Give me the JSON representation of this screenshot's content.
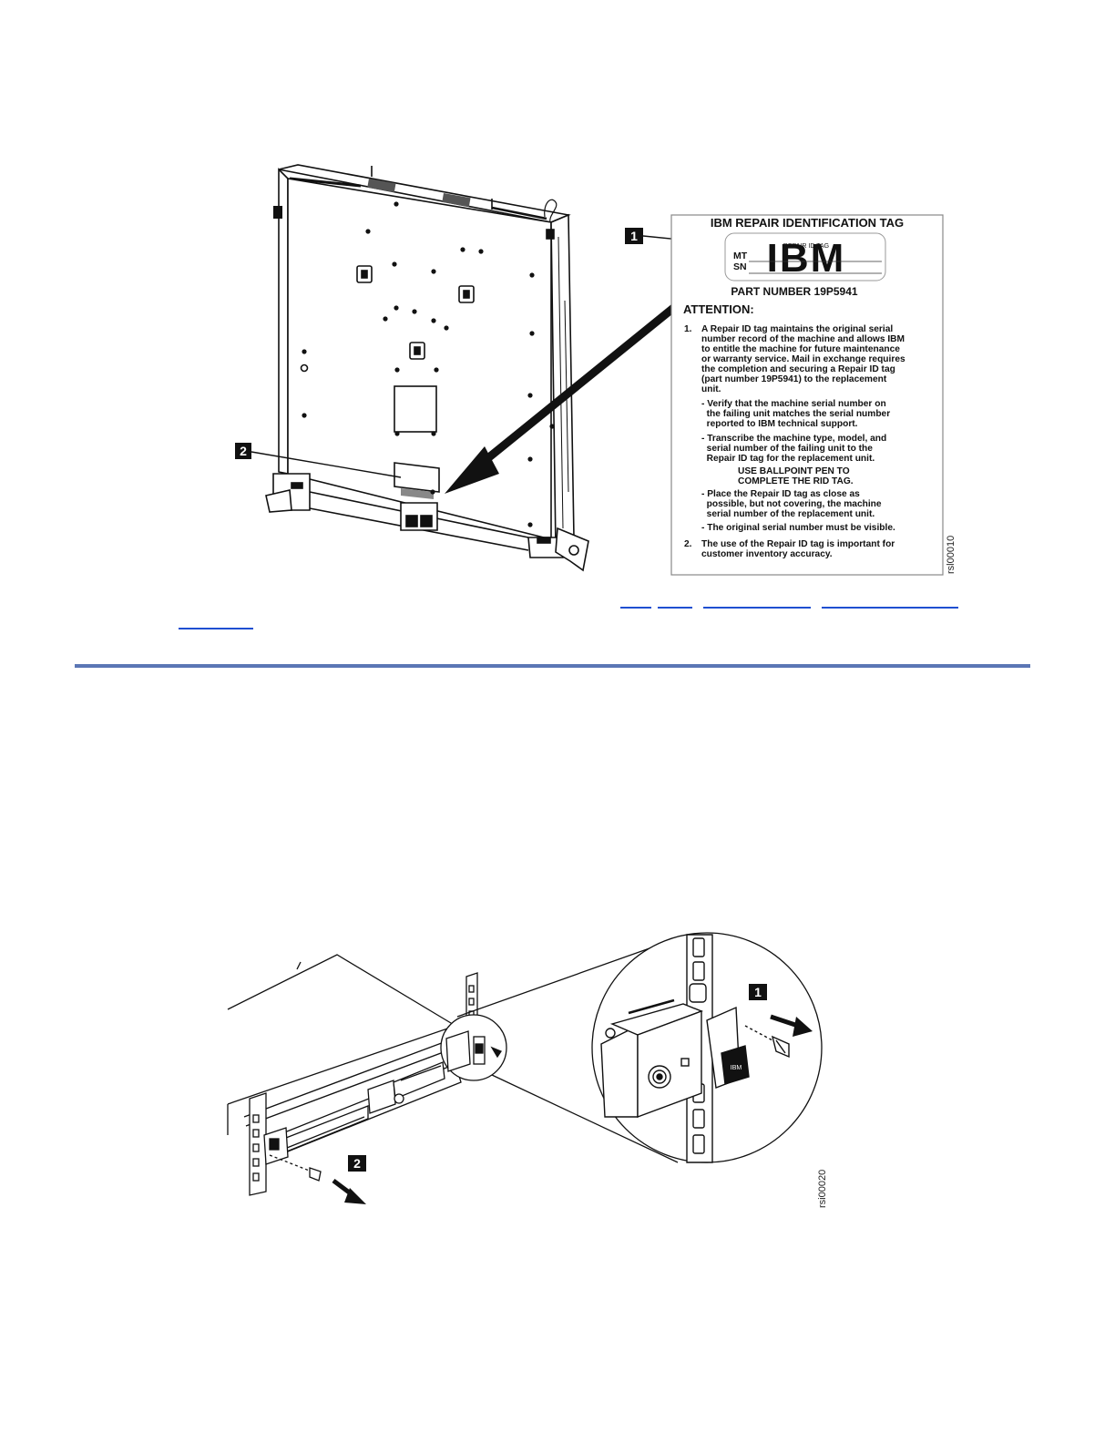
{
  "figure1": {
    "tag": {
      "title": "IBM REPAIR IDENTIFICATION TAG",
      "inner_label": "REPAIR ID TAG",
      "ibm_logo": "IBM",
      "mt_label": "MT",
      "sn_label": "SN",
      "part_number": "PART NUMBER 19P5941",
      "attention": "ATTENTION:",
      "item1_num": "1.",
      "item1_lines": [
        "A Repair ID tag maintains the original serial",
        "number record of the machine and allows IBM",
        "to entitle the machine for future maintenance",
        "or warranty service.  Mail in exchange requires",
        "the completion and securing a Repair ID tag",
        "(part number 19P5941) to the replacement",
        "unit."
      ],
      "bullet_a_lines": [
        "- Verify that the machine serial number on",
        "  the failing unit matches the serial number",
        "  reported to IBM technical support."
      ],
      "bullet_b_lines": [
        "- Transcribe the machine type, model, and",
        "  serial number of the failing unit to the",
        "  Repair ID tag for the replacement unit."
      ],
      "pen_lines": [
        "USE BALLPOINT PEN TO",
        "COMPLETE THE RID TAG."
      ],
      "bullet_c_lines": [
        "- Place the Repair ID tag as close as",
        "  possible, but not covering, the machine",
        "  serial number of the replacement unit."
      ],
      "bullet_d": "- The original serial number must be visible.",
      "item2_num": "2.",
      "item2_lines": [
        "The use of the Repair ID tag is important for",
        "customer inventory accuracy."
      ]
    },
    "callouts": [
      "1",
      "2"
    ],
    "figure_id": "rsl00010"
  },
  "figure2": {
    "callouts": [
      "1",
      "2"
    ],
    "bracket_logo": "IBM",
    "figure_id": "rsi00020"
  }
}
